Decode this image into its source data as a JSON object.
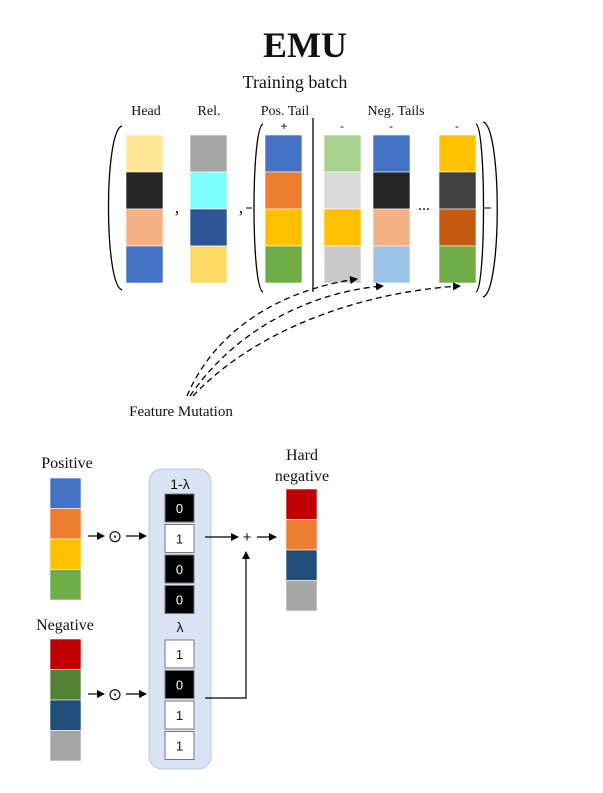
{
  "title": "EMU",
  "batch_label": "Training batch",
  "columns": {
    "head": {
      "label": "Head",
      "colors": [
        "#FFE699",
        "#262626",
        "#F4B183",
        "#4472C4"
      ]
    },
    "rel": {
      "label": "Rel.",
      "colors": [
        "#A6A6A6",
        "#7FFFFF",
        "#2F5597",
        "#FFD966"
      ]
    },
    "pos_tail": {
      "label": "Pos. Tail",
      "sign": "+",
      "colors": [
        "#4472C4",
        "#ED7D31",
        "#FFC000",
        "#70AD47"
      ]
    },
    "neg_tails": {
      "label": "Neg. Tails",
      "signs": [
        "-",
        "-",
        "-"
      ],
      "ellipsis": "...",
      "columns": [
        [
          "#A9D18E",
          "#D9D9D9",
          "#FFC000",
          "#C9C9C9"
        ],
        [
          "#4472C4",
          "#262626",
          "#F4B183",
          "#9DC3E6"
        ],
        [
          "#FFC000",
          "#404040",
          "#C55A11",
          "#70AD47"
        ]
      ]
    }
  },
  "separator_comma": ",",
  "feature_mutation_label": "Feature Mutation",
  "positive": {
    "label": "Positive",
    "colors": [
      "#4472C4",
      "#ED7D31",
      "#FFC000",
      "#70AD47"
    ]
  },
  "negative": {
    "label": "Negative",
    "colors": [
      "#C00000",
      "#548235",
      "#1F4E79",
      "#A6A6A6"
    ]
  },
  "mask_panel": {
    "top_label": "1-λ",
    "top_values": [
      "0",
      "1",
      "0",
      "0"
    ],
    "bottom_label": "λ",
    "bottom_values": [
      "1",
      "0",
      "1",
      "1"
    ],
    "panel_color": "#DAE3F3"
  },
  "operators": {
    "hadamard": "⊙",
    "plus": "+"
  },
  "hard_negative": {
    "label_line1": "Hard",
    "label_line2": "negative",
    "colors": [
      "#C00000",
      "#ED7D31",
      "#1F4E79",
      "#A6A6A6"
    ]
  }
}
